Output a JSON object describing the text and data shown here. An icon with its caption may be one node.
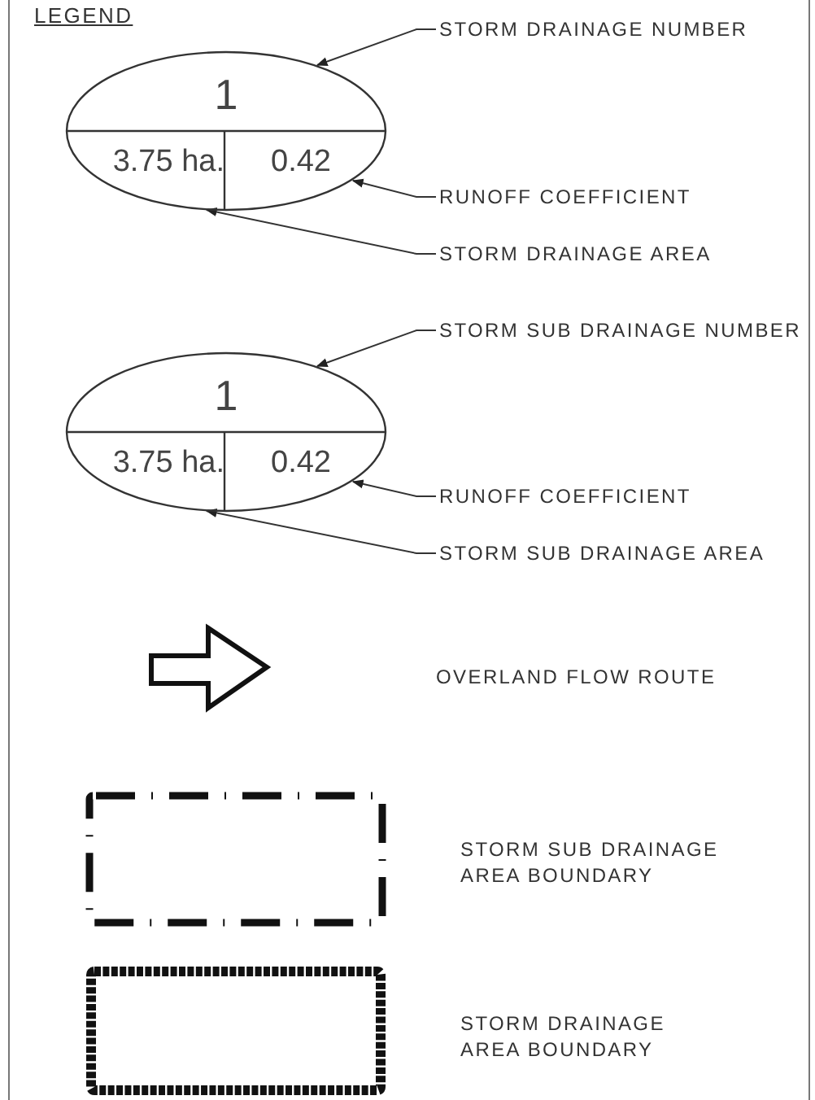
{
  "diagram": {
    "title": "LEGEND",
    "nodes": [
      {
        "text": [
          "1",
          "3.75 ha.",
          "0.42"
        ]
      },
      {
        "text": [
          "STORM DRAINAGE NUMBER"
        ]
      },
      {
        "text": [
          "RUNOFF COEFFICIENT"
        ]
      },
      {
        "text": [
          "STORM DRAINAGE AREA"
        ]
      },
      {
        "text": [
          "1",
          "3.75 ha.",
          "0.42"
        ]
      },
      {
        "text": [
          "STORM SUB DRAINAGE NUMBER"
        ]
      },
      {
        "text": [
          "RUNOFF COEFFICIENT"
        ]
      },
      {
        "text": [
          "STORM SUB DRAINAGE AREA"
        ]
      }
    ],
    "edges": [
      {
        "from": 1,
        "to": 0,
        "arrow": "to"
      },
      {
        "from": 2,
        "to": 0,
        "arrow": "to"
      },
      {
        "from": 3,
        "to": 0,
        "arrow": "to"
      },
      {
        "from": 5,
        "to": 4,
        "arrow": "to"
      },
      {
        "from": 6,
        "to": 4,
        "arrow": "to"
      },
      {
        "from": 7,
        "to": 4,
        "arrow": "to"
      }
    ],
    "legend": [
      {
        "text": "OVERLAND FLOW ROUTE"
      },
      {
        "text": "STORM SUB DRAINAGE AREA BOUNDARY"
      },
      {
        "text": "STORM DRAINAGE AREA BOUNDARY"
      }
    ]
  }
}
